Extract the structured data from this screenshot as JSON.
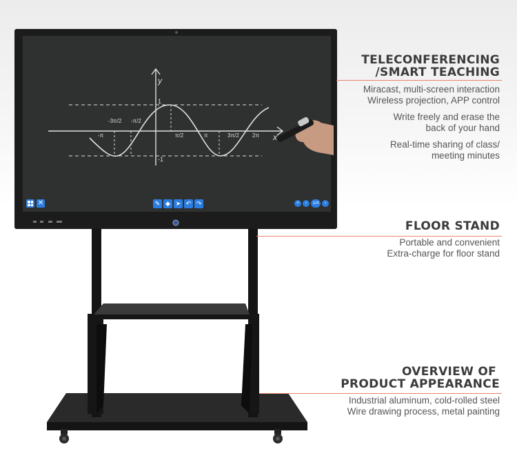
{
  "screen": {
    "toolbar_left_icons": [
      "windows-grid-icon",
      "close-icon"
    ],
    "toolbar_center_icons": [
      "pen-icon",
      "eraser-icon",
      "pointer-icon",
      "undo-icon",
      "redo-icon"
    ],
    "page_indicator": "1/4",
    "graph_labels": {
      "y_axis": "y",
      "x_axis": "x",
      "top_value": "1",
      "bottom_value": "-1",
      "ticks": [
        "-π",
        "-3π/2",
        "-π/2",
        "π/2",
        "π",
        "3π/2",
        "2π"
      ]
    }
  },
  "callouts": {
    "teleconferencing": {
      "heading_line1": "TELECONFERENCING",
      "heading_line2": "/SMART TEACHING",
      "lines": [
        "Miracast, multi-screen interaction",
        "Wireless projection, APP control",
        "Write freely and erase the",
        "back of your hand",
        "Real-time sharing of class/",
        "meeting minutes"
      ]
    },
    "floor_stand": {
      "heading_line1": "FLOOR STAND",
      "lines": [
        "Portable and convenient",
        "Extra-charge for floor stand"
      ]
    },
    "overview": {
      "heading_line1": "OVERVIEW OF",
      "heading_line2": "PRODUCT APPEARANCE",
      "lines": [
        "Industrial aluminum, cold-rolled steel",
        "Wire drawing process, metal painting"
      ]
    }
  },
  "colors": {
    "accent_line": "#e8846a",
    "screen": "#2f3030",
    "frame": "#1c1c1c",
    "stand": "#111111"
  }
}
